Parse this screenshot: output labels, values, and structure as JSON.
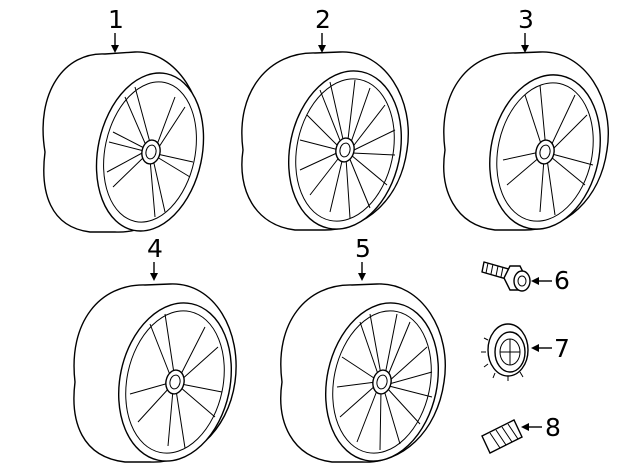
{
  "parts": [
    {
      "num": "1",
      "icon": "alloy-wheel-spoke-style-1"
    },
    {
      "num": "2",
      "icon": "alloy-wheel-spoke-style-2"
    },
    {
      "num": "3",
      "icon": "alloy-wheel-spoke-style-3"
    },
    {
      "num": "4",
      "icon": "alloy-wheel-spoke-style-4"
    },
    {
      "num": "5",
      "icon": "alloy-wheel-spoke-style-5"
    },
    {
      "num": "6",
      "icon": "wheel-bolt"
    },
    {
      "num": "7",
      "icon": "center-cap"
    },
    {
      "num": "8",
      "icon": "balance-weight"
    }
  ]
}
